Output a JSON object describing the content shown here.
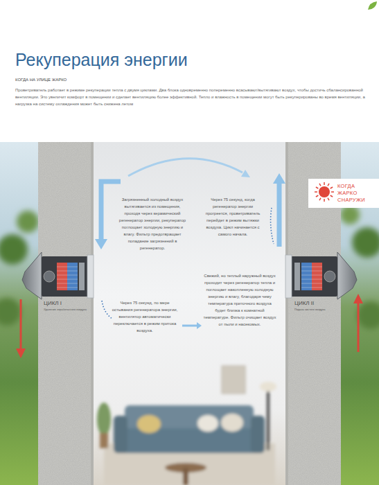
{
  "diagram": {
    "title": "Рекуперация энергии",
    "nodes": [
      {
        "text": [
          "КОГДА ЖАРКО СНАРУЖИ"
        ]
      }
    ],
    "labels": [
      "КОГДА НА УЛИЦЕ ЖАРКО",
      "Проветриватель работает в режиме рекуперации тепла с двумя циклами. Два блока одновременно попеременно всасывают/вытягивают воздух, чтобы достичь сбалансированной вентиляции. Это увеличит комфорт в помещении и сделает вентиляцию более эффективной. Тепло и влажность в помещении могут быть рекуперированы во время вентиляции, а нагрузка на систему охлаждения может быть снижена летом",
      "Загрязненный холодный воздух вытягивается из помещения, проходя через керамический регенератор энергии, рекуператор поглощает холодную энергию и влагу. Фильтр предотвращает попадание загрязнений в регенератор.",
      "Через 75 секунд, когда регенератор энергии прогреется, проветриватель перейдет в режим вытяжки воздуха. Цикл начинается с самого начала.",
      "Свежий, но теплый наружный воздух проходит через регенератор тепла и поглощает накопленную холодную энергию и влагу, благодаря чему температура приточного воздуха будет близка к комнатной температуре. Фильтр очищает воздух от пыли и насекомых.",
      "Через 75 секунд, по мере остывания регенератора энергии, вентилятор автоматически переключается в режим притока воздуха.",
      "ЦИКЛ I",
      "Удаление отработанного воздуха",
      "ЦИКЛ II",
      "Подача чистого воздуха"
    ]
  }
}
